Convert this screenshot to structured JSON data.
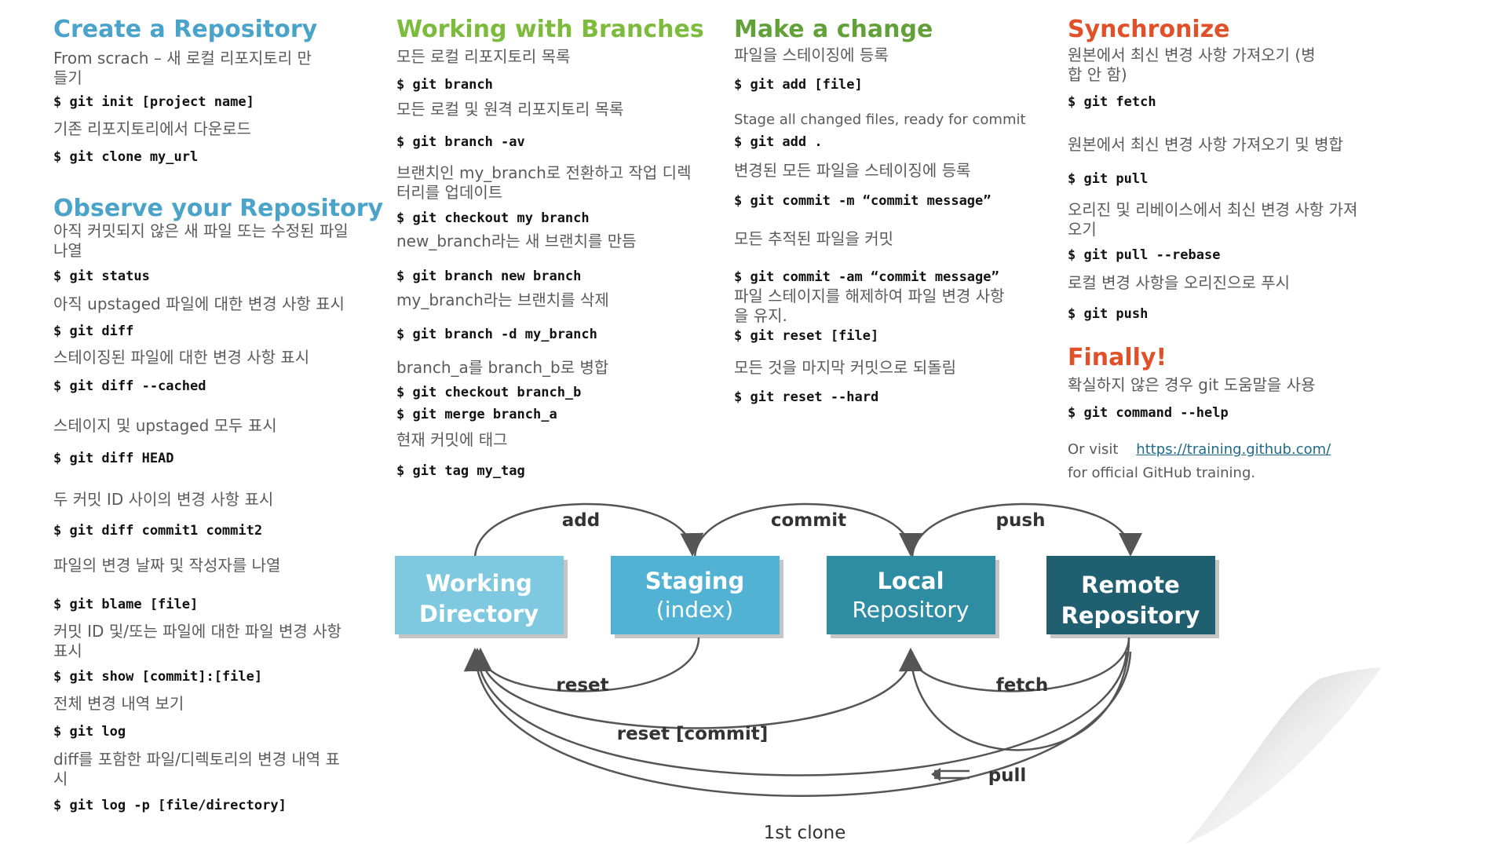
{
  "colors": {
    "create_heading": "#4aa3c9",
    "branches_heading": "#7dbb3c",
    "change_heading": "#62a038",
    "sync_heading": "#e0512a",
    "working_box": "#7ec8e0",
    "staging_box": "#52b2d3",
    "local_box": "#2f8da3",
    "remote_box": "#1f5f6f"
  },
  "col1": {
    "create": {
      "title": "Create a Repository",
      "desc1": "From scrach – 새 로컬 리포지토리 만들기",
      "cmd1": "$ git init [project name]",
      "desc2": "기존 리포지토리에서 다운로드",
      "cmd2": "$ git clone my_url"
    },
    "observe": {
      "title": "Observe your Repository",
      "desc1": "아직 커밋되지 않은 새 파일 또는 수정된 파일 나열",
      "cmd1": "$ git status",
      "desc2": "아직 upstaged 파일에 대한 변경 사항 표시",
      "cmd2": "$ git diff",
      "desc3": "스테이징된 파일에 대한 변경 사항 표시",
      "cmd3": "$ git diff --cached",
      "desc4": "스테이지 및 upstaged 모두 표시",
      "cmd4": "$ git diff HEAD",
      "desc5": "두 커밋 ID 사이의 변경 사항 표시",
      "cmd5": "$ git diff commit1 commit2",
      "desc6": "파일의 변경 날짜 및 작성자를 나열",
      "cmd6": "$ git blame [file]",
      "desc7": "커밋 ID 및/또는 파일에 대한 파일 변경 사항 표시",
      "cmd7": "$ git show [commit]:[file]",
      "desc8": "전체 변경 내역 보기",
      "cmd8": "$ git log",
      "desc9": "diff를 포함한 파일/디렉토리의 변경 내역 표시",
      "cmd9": "$ git log -p [file/directory]"
    }
  },
  "col2": {
    "title": "Working with Branches",
    "desc1": "모든 로컬 리포지토리 목록",
    "cmd1": "$ git branch",
    "desc2": "모든 로컬 및 원격 리포지토리 목록",
    "cmd2": "$ git branch -av",
    "desc3": "브랜치인 my_branch로 전환하고 작업 디렉터리를 업데이트",
    "cmd3": "$ git checkout my branch",
    "desc4": "new_branch라는 새 브랜치를 만듬",
    "cmd4": "$ git branch new branch",
    "desc5": "my_branch라는 브랜치를 삭제",
    "cmd5": "$ git branch -d my_branch",
    "desc6": "branch_a를 branch_b로 병합",
    "cmd6a": "$ git checkout branch_b",
    "cmd6b": "$ git merge branch_a",
    "desc7": "현재 커밋에 태그",
    "cmd7": "$ git tag my_tag"
  },
  "col3": {
    "title": "Make a change",
    "desc1": "파일을 스테이징에 등록",
    "cmd1": "$ git add [file]",
    "desc2": "Stage all changed files, ready for commit",
    "cmd2": "$ git add .",
    "desc3": "변경된 모든 파일을 스테이징에 등록",
    "cmd3": "$ git commit -m “commit message”",
    "desc4": "모든 추적된 파일을 커밋",
    "cmd4": "$ git commit -am “commit message”",
    "desc5": "파일 스테이지를 해제하여 파일 변경 사항을 유지.",
    "cmd5": "$ git reset [file]",
    "desc6": "모든 것을 마지막 커밋으로 되돌림",
    "cmd6": "$ git reset --hard"
  },
  "col4": {
    "title": "Synchronize",
    "desc1": "원본에서 최신 변경 사항 가져오기 (병합 안 함)",
    "cmd1": "$ git fetch",
    "desc2": "원본에서 최신 변경 사항 가져오기 및 병합",
    "cmd2": "$ git pull",
    "desc3": "오리진 및 리베이스에서 최신 변경 사항 가져오기",
    "cmd3": "$ git pull --rebase",
    "desc4": "로컬 변경 사항을 오리진으로 푸시",
    "cmd4": "$ git push",
    "finally_title": "Finally!",
    "desc5": "확실하지 않은 경우 git 도움말을 사용",
    "cmd5": "$ git command --help",
    "visit_prefix": "Or visit",
    "visit_link": "https://training.github.com/",
    "visit_suffix": "for official GitHub training."
  },
  "diagram": {
    "boxes": {
      "working_line1": "Working",
      "working_line2": "Directory",
      "staging_line1": "Staging",
      "staging_line2": "(index)",
      "local_line1": "Local",
      "local_line2": "Repository",
      "remote_line1": "Remote",
      "remote_line2": "Repository"
    },
    "labels": {
      "add": "add",
      "commit": "commit",
      "push": "push",
      "reset": "reset",
      "fetch": "fetch",
      "reset_commit": "reset [commit]",
      "pull": "pull",
      "clone": "1st clone"
    }
  }
}
